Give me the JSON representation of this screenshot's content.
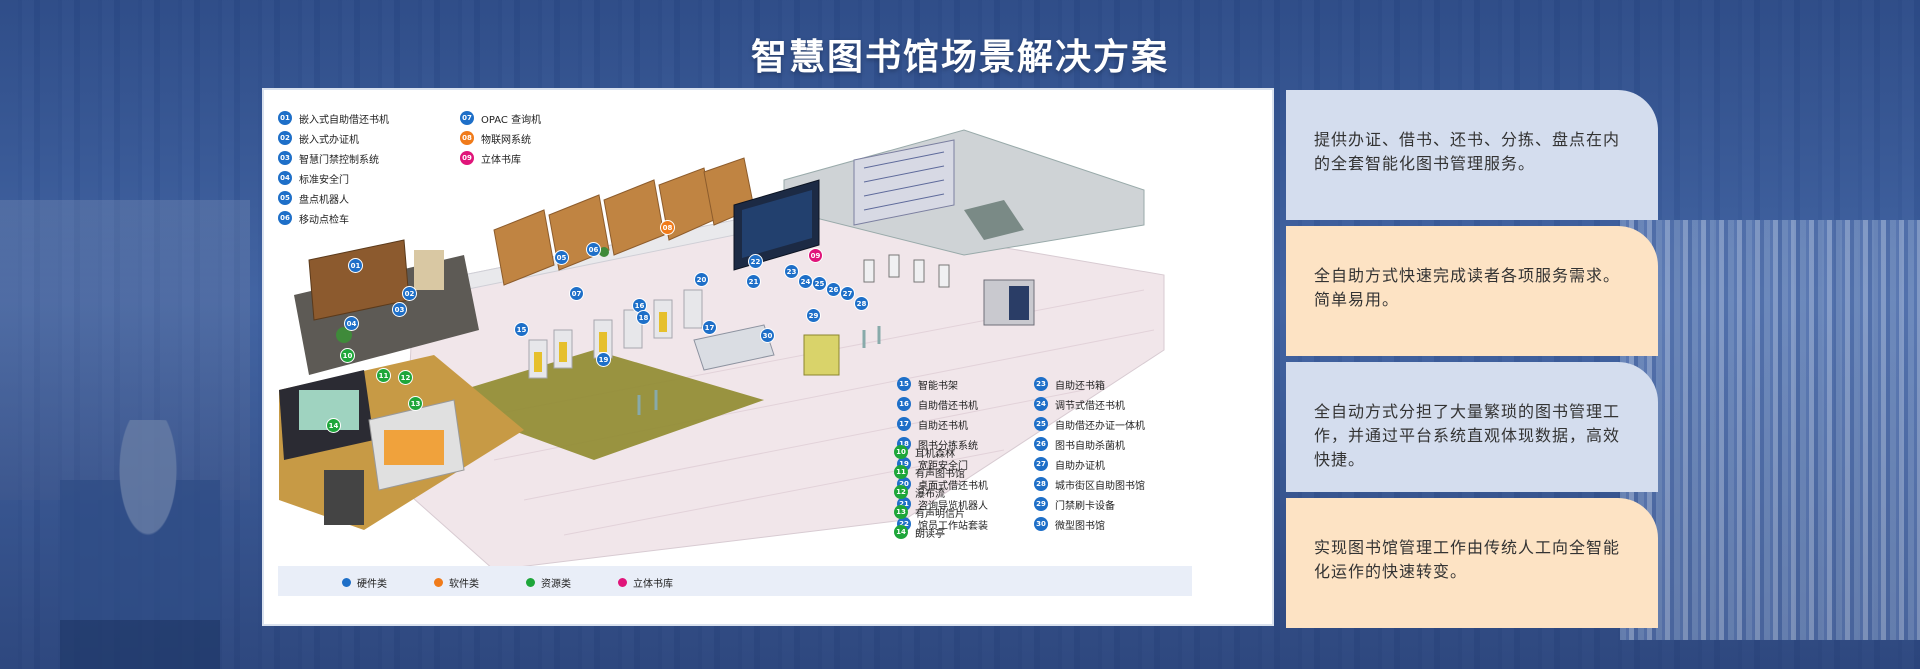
{
  "title": "智慧图书馆场景解决方案",
  "colors": {
    "hardware": "#1e6fc8",
    "software": "#f07b1a",
    "resource": "#1ea63a",
    "storage": "#e0157a"
  },
  "legend_top_left": [
    {
      "num": "01",
      "label": "嵌入式自助借还书机",
      "cat": "hardware"
    },
    {
      "num": "02",
      "label": "嵌入式办证机",
      "cat": "hardware"
    },
    {
      "num": "03",
      "label": "智慧门禁控制系统",
      "cat": "hardware"
    },
    {
      "num": "04",
      "label": "标准安全门",
      "cat": "hardware"
    },
    {
      "num": "05",
      "label": "盘点机器人",
      "cat": "hardware"
    },
    {
      "num": "06",
      "label": "移动点检车",
      "cat": "hardware"
    }
  ],
  "legend_top_right": [
    {
      "num": "07",
      "label": "OPAC 查询机",
      "cat": "hardware"
    },
    {
      "num": "08",
      "label": "物联网系统",
      "cat": "software"
    },
    {
      "num": "09",
      "label": "立体书库",
      "cat": "storage"
    }
  ],
  "legend_resources": [
    {
      "num": "10",
      "label": "耳机森林",
      "cat": "resource"
    },
    {
      "num": "11",
      "label": "有声图书馆",
      "cat": "resource"
    },
    {
      "num": "12",
      "label": "瀑布流",
      "cat": "resource"
    },
    {
      "num": "13",
      "label": "有声明信片",
      "cat": "resource"
    },
    {
      "num": "14",
      "label": "朗读亭",
      "cat": "resource"
    }
  ],
  "legend_devices_a": [
    {
      "num": "15",
      "label": "智能书架",
      "cat": "hardware"
    },
    {
      "num": "16",
      "label": "自助借还书机",
      "cat": "hardware"
    },
    {
      "num": "17",
      "label": "自助还书机",
      "cat": "hardware"
    },
    {
      "num": "18",
      "label": "图书分拣系统",
      "cat": "hardware"
    },
    {
      "num": "19",
      "label": "宽距安全门",
      "cat": "hardware"
    },
    {
      "num": "20",
      "label": "桌面式借还书机",
      "cat": "hardware"
    },
    {
      "num": "21",
      "label": "咨询导览机器人",
      "cat": "hardware"
    },
    {
      "num": "22",
      "label": "馆员工作站套装",
      "cat": "hardware"
    }
  ],
  "legend_devices_b": [
    {
      "num": "23",
      "label": "自助还书箱",
      "cat": "hardware"
    },
    {
      "num": "24",
      "label": "调节式借还书机",
      "cat": "hardware"
    },
    {
      "num": "25",
      "label": "自助借还办证一体机",
      "cat": "hardware"
    },
    {
      "num": "26",
      "label": "图书自助杀菌机",
      "cat": "hardware"
    },
    {
      "num": "27",
      "label": "自助办证机",
      "cat": "hardware"
    },
    {
      "num": "28",
      "label": "城市街区自助图书馆",
      "cat": "hardware"
    },
    {
      "num": "29",
      "label": "门禁刷卡设备",
      "cat": "hardware"
    },
    {
      "num": "30",
      "label": "微型图书馆",
      "cat": "hardware"
    }
  ],
  "category_legend": [
    {
      "label": "硬件类",
      "cat": "hardware"
    },
    {
      "label": "软件类",
      "cat": "software"
    },
    {
      "label": "资源类",
      "cat": "resource"
    },
    {
      "label": "立体书库",
      "cat": "storage"
    }
  ],
  "scene_markers": [
    {
      "num": "01",
      "cat": "hardware"
    },
    {
      "num": "02",
      "cat": "hardware"
    },
    {
      "num": "03",
      "cat": "hardware"
    },
    {
      "num": "04",
      "cat": "hardware"
    },
    {
      "num": "05",
      "cat": "hardware"
    },
    {
      "num": "06",
      "cat": "hardware"
    },
    {
      "num": "07",
      "cat": "hardware"
    },
    {
      "num": "08",
      "cat": "software"
    },
    {
      "num": "09",
      "cat": "storage"
    },
    {
      "num": "10",
      "cat": "resource"
    },
    {
      "num": "11",
      "cat": "resource"
    },
    {
      "num": "12",
      "cat": "resource"
    },
    {
      "num": "13",
      "cat": "resource"
    },
    {
      "num": "14",
      "cat": "resource"
    },
    {
      "num": "15",
      "cat": "hardware"
    },
    {
      "num": "16",
      "cat": "hardware"
    },
    {
      "num": "17",
      "cat": "hardware"
    },
    {
      "num": "18",
      "cat": "hardware"
    },
    {
      "num": "19",
      "cat": "hardware"
    },
    {
      "num": "20",
      "cat": "hardware"
    },
    {
      "num": "21",
      "cat": "hardware"
    },
    {
      "num": "22",
      "cat": "hardware"
    },
    {
      "num": "23",
      "cat": "hardware"
    },
    {
      "num": "24",
      "cat": "hardware"
    },
    {
      "num": "25",
      "cat": "hardware"
    },
    {
      "num": "26",
      "cat": "hardware"
    },
    {
      "num": "27",
      "cat": "hardware"
    },
    {
      "num": "28",
      "cat": "hardware"
    },
    {
      "num": "29",
      "cat": "hardware"
    },
    {
      "num": "30",
      "cat": "hardware"
    }
  ],
  "cards": [
    {
      "text": "提供办证、借书、还书、分拣、盘点在内的全套智能化图书管理服务。",
      "tone": "blue"
    },
    {
      "text": "全自助方式快速完成读者各项服务需求。简单易用。",
      "tone": "peach"
    },
    {
      "text": "全自动方式分担了大量繁琐的图书管理工作，并通过平台系统直观体现数据，高效快捷。",
      "tone": "blue"
    },
    {
      "text": "实现图书馆管理工作由传统人工向全智能化运作的快速转变。",
      "tone": "peach"
    }
  ]
}
